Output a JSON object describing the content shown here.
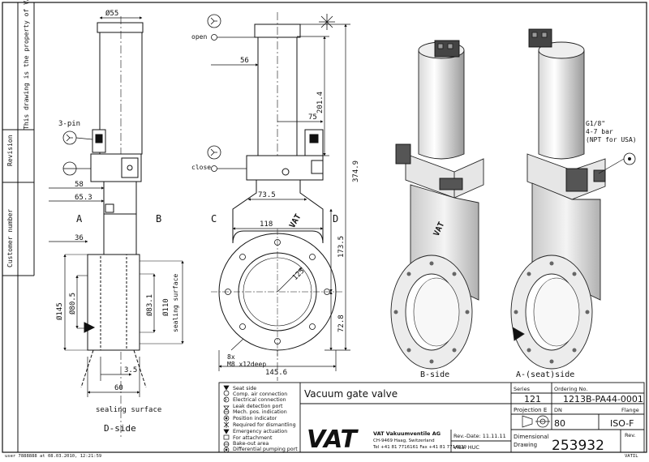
{
  "margin": {
    "property_note": "This drawing is the property of VAT.",
    "revision": "Revision",
    "customer_number": "Customer number"
  },
  "dimensions": {
    "d55": "Ø55",
    "d56": "56",
    "d58": "58",
    "d65_3": "65.3",
    "d36": "36",
    "d75": "75",
    "d201_4": "201.4",
    "d374_9": "374.9",
    "d173_5": "173.5",
    "d72_8": "72.8",
    "d73_5": "73.5",
    "d118": "118",
    "d125": "125",
    "d145_6": "145.6",
    "d145": "Ø145",
    "d80_5": "Ø80.5",
    "d83_1": "Ø83.1",
    "d110": "Ø110",
    "d3_5": "3.5",
    "d60": "60",
    "holes_count": "8x",
    "holes_spec": "M8 x12deep"
  },
  "labels": {
    "open": "open",
    "close": "close",
    "three_pin": "3-pin",
    "side_a": "A",
    "side_b": "B",
    "side_c": "C",
    "side_d": "D",
    "sealing_surface_vertical": "sealing surface",
    "sealing_surface_bottom": "sealing surface",
    "d_side": "D-side",
    "b_side": "B-side",
    "a_seat_side": "A-(seat)side",
    "g18_line1": "G1/8\"",
    "g18_line2": "4-7 bar",
    "g18_line3": "(NPT for USA)"
  },
  "legend": [
    "Seat side",
    "Comp. air connection",
    "Electrical connection",
    "Leak detection port",
    "Mech. pos. indication",
    "Position indicator",
    "Required for dismantling",
    "Emergency actuation",
    "For attachment",
    "Bake-out area",
    "Differential pumping port"
  ],
  "title_block": {
    "title": "Vacuum gate valve",
    "series_label": "Series",
    "series_value": "121",
    "ordering_label": "Ordering No.",
    "ordering_value": "1213B-PA44-0001",
    "projection_label": "Projection E",
    "dn_label": "DN",
    "dn_value": "80",
    "flange_label": "Flange",
    "flange_value": "ISO-F",
    "logo_text": "VAT",
    "company_name": "VAT Vakuumventile AG",
    "company_address": "CH-9469 Haag, Switzerland",
    "company_phone": "Tel +41 81 7716161 Fax +41 81 7714830",
    "rev_date": "Rev.-Date: 11.11.11",
    "visa": "Visa: HUC",
    "dimensional_line1": "Dimensional",
    "dimensional_line2": "Drawing",
    "drawing_number": "253932",
    "rev_label": "Rev."
  },
  "footer": {
    "user_stamp": "user 7888888 at 08.03.2010, 12:21:59",
    "corner_code": "VATIL"
  }
}
